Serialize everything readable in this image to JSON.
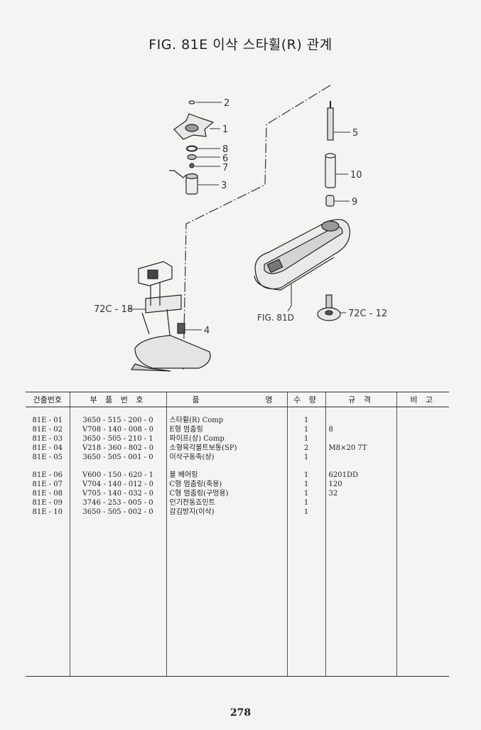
{
  "title": "FIG. 81E 이삭 스타휠(R) 관계",
  "diagram": {
    "callouts": [
      "2",
      "1",
      "8",
      "6",
      "7",
      "3",
      "4",
      "5",
      "10",
      "9"
    ],
    "ref_72c18": "72C - 18",
    "ref_fig81d": "FIG. 81D",
    "ref_72c12": "72C - 12"
  },
  "table": {
    "headers": {
      "ref": "건출번호",
      "part_no": "부 품 번 호",
      "name_a": "품",
      "name_b": "명",
      "qty": "수 량",
      "spec": "규 격",
      "remark": "비 고"
    },
    "rows": [
      {
        "ref": "81E - 01",
        "part_no": "3650 - 515 - 200 - 0",
        "name": "스타휠(R) Comp",
        "qty": "1",
        "spec": ""
      },
      {
        "ref": "81E - 02",
        "part_no": "V708 - 140 - 008 - 0",
        "name": "E형 멈춤링",
        "qty": "1",
        "spec": "8"
      },
      {
        "ref": "81E - 03",
        "part_no": "3650 - 505 - 210 - 1",
        "name": "파이프(상) Comp",
        "qty": "1",
        "spec": ""
      },
      {
        "ref": "81E - 04",
        "part_no": "V218 - 360 - 802 - 0",
        "name": "소형육각볼트보통(SP)",
        "qty": "2",
        "spec": "M8×20 7T"
      },
      {
        "ref": "81E - 05",
        "part_no": "3650 - 505 - 001 - 0",
        "name": "이삭구동축(상)",
        "qty": "1",
        "spec": ""
      },
      {
        "ref": "81E - 06",
        "part_no": "V600 - 150 - 620 - 1",
        "name": "볼 베어링",
        "qty": "1",
        "spec": "6201DD"
      },
      {
        "ref": "81E - 07",
        "part_no": "V704 - 140 - 012 - 0",
        "name": "C형 멈춤링(축용)",
        "qty": "1",
        "spec": "120"
      },
      {
        "ref": "81E - 08",
        "part_no": "V705 - 140 - 032 - 0",
        "name": "C형 멈춤링(구멍용)",
        "qty": "1",
        "spec": "32"
      },
      {
        "ref": "81E - 09",
        "part_no": "3746 - 253 - 005 - 0",
        "name": "인기전동죠인트",
        "qty": "1",
        "spec": ""
      },
      {
        "ref": "81E - 10",
        "part_no": "3650 - 505 - 002 - 0",
        "name": "감김방지(이삭)",
        "qty": "1",
        "spec": ""
      }
    ]
  },
  "page_number": "278"
}
